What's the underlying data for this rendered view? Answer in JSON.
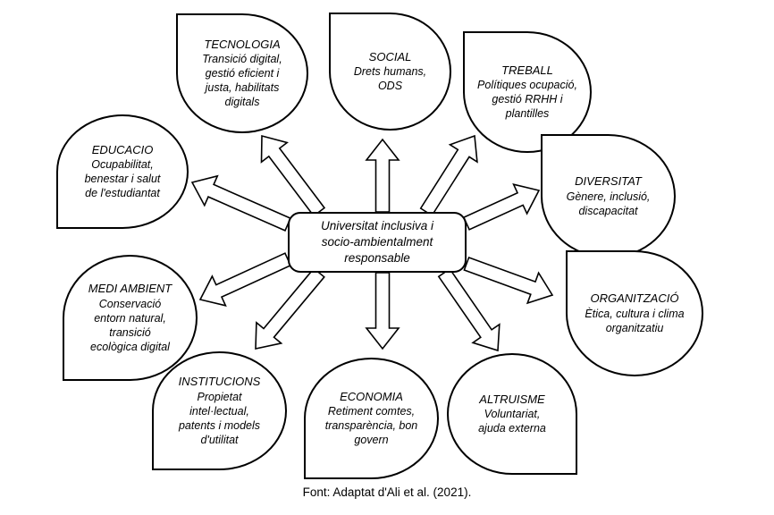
{
  "center": {
    "text": "Universitat inclusiva i\nsocio-ambientalment\nresponsable"
  },
  "caption": "Font: Adaptat d'Ali et al. (2021).",
  "colors": {
    "stroke": "#000000",
    "fill": "#ffffff"
  },
  "petals": [
    {
      "id": "tecnologia",
      "title": "TECNOLOGIA",
      "body": "Transició digital,\ngestió eficient i\njusta, habilitats\ndigitals"
    },
    {
      "id": "social",
      "title": "SOCIAL",
      "body": "Drets humans,\nODS"
    },
    {
      "id": "treball",
      "title": "TREBALL",
      "body": "Polítiques ocupació,\ngestió RRHH i\nplantilles"
    },
    {
      "id": "diversitat",
      "title": "DIVERSITAT",
      "body": "Gènere, inclusió,\ndiscapacitat"
    },
    {
      "id": "organitzacio",
      "title": "ORGANITZACIÓ",
      "body": "Ètica, cultura i clima\norganitzatiu"
    },
    {
      "id": "altruisme",
      "title": "ALTRUISME",
      "body": "Voluntariat,\najuda externa"
    },
    {
      "id": "economia",
      "title": "ECONOMIA",
      "body": "Retiment comtes,\ntransparència, bon\ngovern"
    },
    {
      "id": "institucions",
      "title": "INSTITUCIONS",
      "body": "Propietat\nintel·lectual,\npatents i models\nd'utilitat"
    },
    {
      "id": "mediambient",
      "title": "MEDI AMBIENT",
      "body": "Conservació\nentorn natural,\ntransició\necològica digital"
    },
    {
      "id": "educacio",
      "title": "EDUCACIO",
      "body": "Ocupabilitat,\nbenestar i salut\nde l'estudiantat"
    }
  ]
}
